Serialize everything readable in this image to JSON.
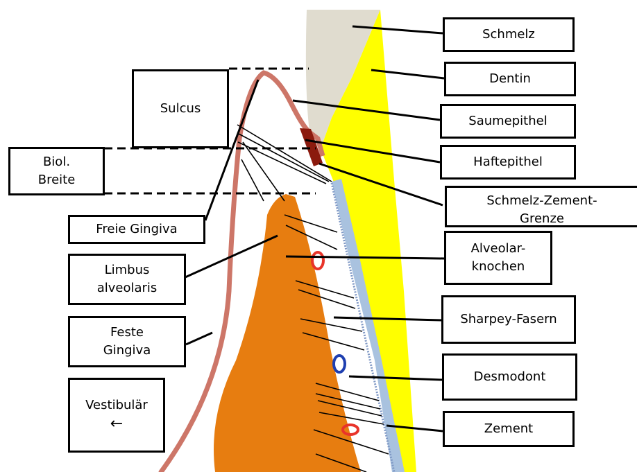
{
  "labels": {
    "schmelz": "Schmelz",
    "dentin": "Dentin",
    "saumepithel": "Saumepithel",
    "haftepithel": "Haftepithel",
    "schmelz_zement_grenze": [
      "Schmelz-Zement-",
      "Grenze"
    ],
    "alveolarknochen": [
      "Alveolar-",
      "knochen"
    ],
    "sharpey_fasern": "Sharpey-Fasern",
    "desmodont": "Desmodont",
    "zement": "Zement",
    "sulcus": "Sulcus",
    "biol_breite": [
      "Biol.",
      "Breite"
    ],
    "freie_gingiva": "Freie Gingiva",
    "limbus_alveolaris": [
      "Limbus",
      "alveolaris"
    ],
    "feste_gingiva": [
      "Feste",
      "Gingiva"
    ],
    "vestibulaer": [
      "Vestibulär",
      "←"
    ]
  },
  "colors": {
    "schmelz": "#e0dccf",
    "dentin": "#ffff00",
    "gingiva": "#cd7668",
    "bone": "#e77d10",
    "desmodont": "#ffffff",
    "zement": "#a9c2df",
    "haftepithel": "#8b1a0e",
    "vessel_red": "#e8342a",
    "vessel_blue": "#1f3fb0"
  }
}
